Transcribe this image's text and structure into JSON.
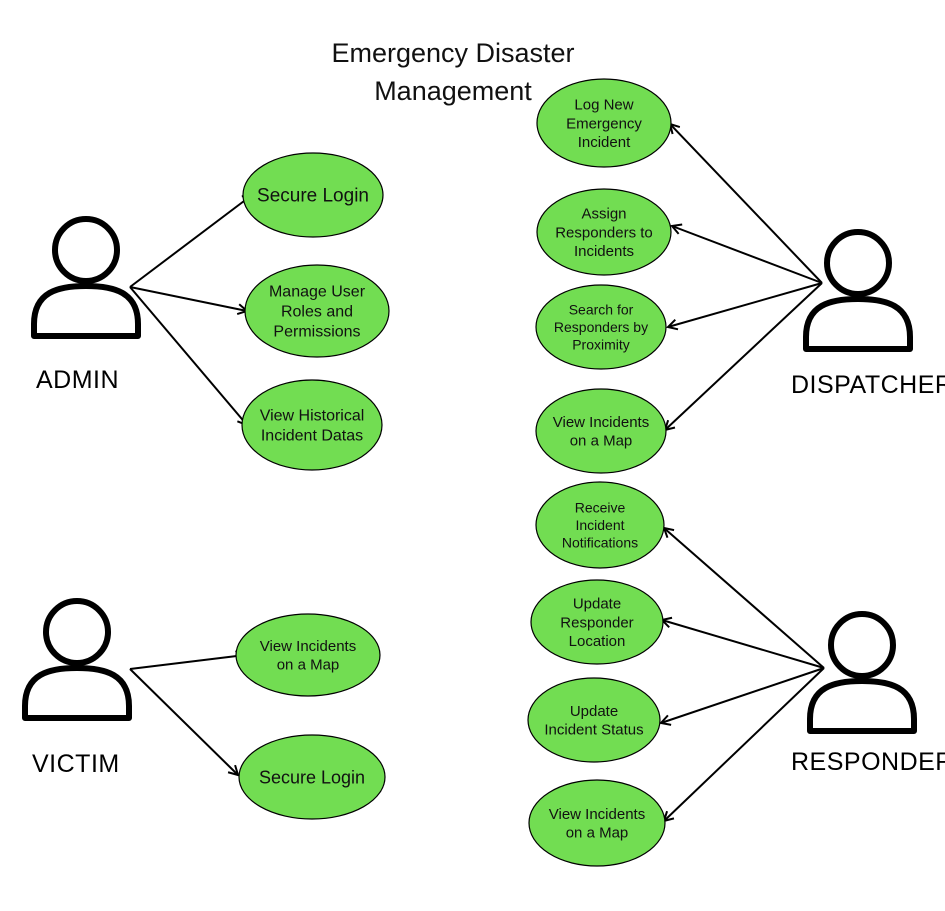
{
  "title": {
    "line1": "Emergency Disaster",
    "line2": "Management"
  },
  "colors": {
    "usecase_fill": "#72dd52",
    "stroke": "#000000",
    "background": "#ffffff"
  },
  "actors": {
    "admin": {
      "label": "ADMIN",
      "icon": "person-icon"
    },
    "victim": {
      "label": "VICTIM",
      "icon": "person-icon"
    },
    "dispatcher": {
      "label": "DISPATCHER",
      "icon": "person-icon"
    },
    "responder": {
      "label": "RESPONDER",
      "icon": "person-icon"
    }
  },
  "usecases": {
    "admin": [
      {
        "lines": [
          "Secure Login"
        ]
      },
      {
        "lines": [
          "Manage User",
          "Roles and",
          "Permissions"
        ]
      },
      {
        "lines": [
          "View Historical",
          "Incident Datas"
        ]
      }
    ],
    "victim": [
      {
        "lines": [
          "View Incidents",
          "on a Map"
        ]
      },
      {
        "lines": [
          "Secure Login"
        ]
      }
    ],
    "dispatcher": [
      {
        "lines": [
          "Log New",
          "Emergency",
          "Incident"
        ]
      },
      {
        "lines": [
          "Assign",
          "Responders to",
          "Incidents"
        ]
      },
      {
        "lines": [
          "Search for",
          "Responders by",
          "Proximity"
        ]
      },
      {
        "lines": [
          "View Incidents",
          "on a Map"
        ]
      }
    ],
    "responder": [
      {
        "lines": [
          "Receive",
          "Incident",
          "Notifications"
        ]
      },
      {
        "lines": [
          "Update",
          "Responder",
          "Location"
        ]
      },
      {
        "lines": [
          "Update",
          "Incident Status"
        ]
      },
      {
        "lines": [
          "View Incidents",
          "on a Map"
        ]
      }
    ]
  }
}
